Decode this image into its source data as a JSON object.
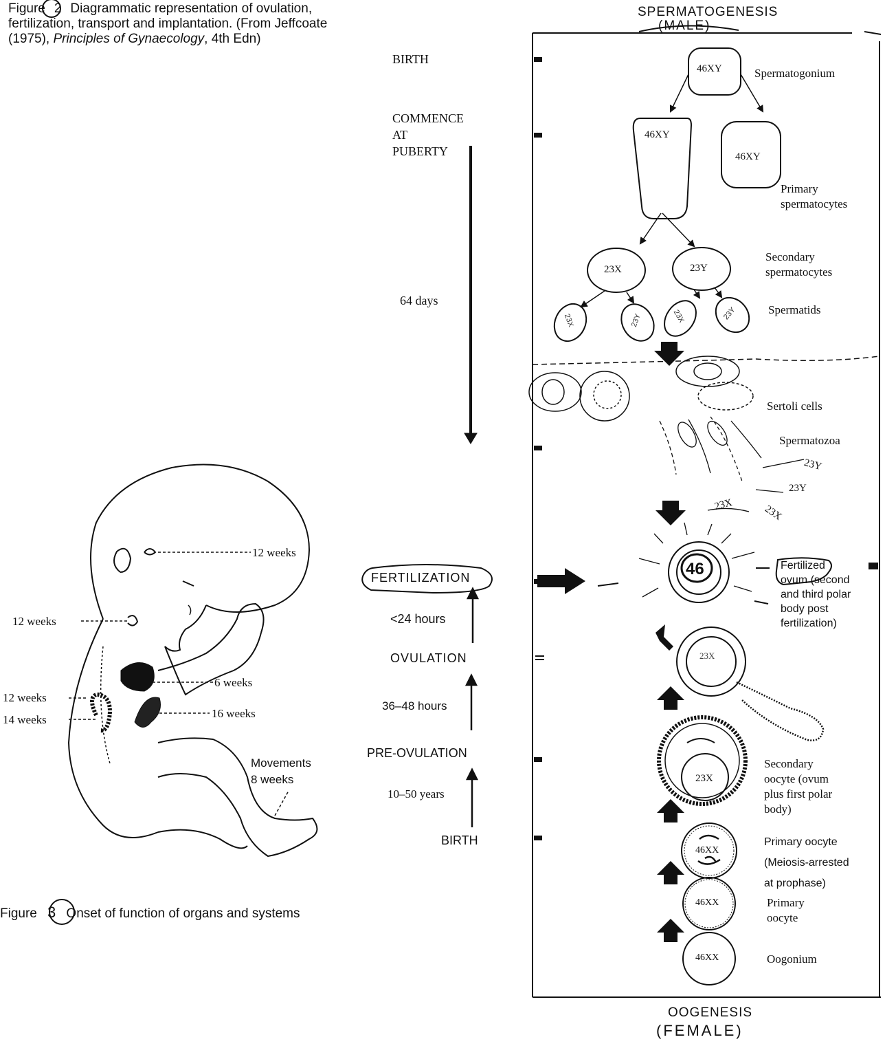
{
  "figure_caption_top": {
    "prefix": "Figure",
    "number": "2",
    "line1": "Diagrammatic representation of ovulation,",
    "line2": "fertilization, transport and implantation. (From Jeffcoate",
    "line3_a": "(1975),",
    "line3_b": "Principles of Gynaecology",
    "line3_c": ", 4th Edn)"
  },
  "top_heading": {
    "line1": "SPERMATOGENESIS",
    "line2": "(MALE)"
  },
  "bottom_heading": {
    "line1": "OOGENESIS",
    "line2": "(FEMALE)"
  },
  "male_timeline": {
    "birth": "BIRTH",
    "commence": [
      "COMMENCE",
      "AT",
      "PUBERTY"
    ],
    "duration": "64 days"
  },
  "female_timeline": {
    "fertilization": "FERTILIZATION",
    "lt24": "<24 hours",
    "ovulation": "OVULATION",
    "h36_48": "36–48 hours",
    "preovulation": "PRE-OVULATION",
    "years": "10–50 years",
    "birth": "BIRTH"
  },
  "cells": {
    "spermatogonium": "46XY",
    "primary_a": "46XY",
    "primary_b": "46XY",
    "secondary_x": "23X",
    "secondary_y": "23Y",
    "fertilized": "46",
    "ovum_23x": "23X",
    "secondary_oocyte": "23X",
    "primary_oocyte_arrested": "46XX",
    "primary_oocyte": "46XX",
    "oogonium": "46XX"
  },
  "chromo_marks": {
    "a": "23X",
    "b": "23Y",
    "c": "23X",
    "d": "23Y"
  },
  "sperm_marks": {
    "a": "23Y",
    "b": "23Y",
    "c": "23X",
    "d": "23X"
  },
  "right_labels": {
    "spermatogonium": "Spermatogonium",
    "primary_spermatocytes": [
      "Primary",
      "spermatocytes"
    ],
    "secondary_spermatocytes": [
      "Secondary",
      "spermatocytes"
    ],
    "spermatids": "Spermatids",
    "sertoli": "Sertoli cells",
    "spermatozoa": "Spermatozoa",
    "fertilized_ovum": [
      "Fertilized",
      "ovum (second",
      "and third polar",
      "body post",
      "fertilization)"
    ],
    "secondary_oocyte": [
      "Secondary",
      "oocyte (ovum",
      "plus first polar",
      "body)"
    ],
    "primary_oocyte_arrested": [
      "Primary oocyte",
      "(Meiosis-arrested",
      "at prophase)"
    ],
    "primary_oocyte": [
      "Primary",
      "oocyte"
    ],
    "oogonium": "Oogonium"
  },
  "fetus_labels": {
    "head": "12 weeks",
    "neck": "12 weeks",
    "heart": "6 weeks",
    "kidney_a": "12 weeks",
    "kidney_b": "14 weeks",
    "intestine": "16 weeks",
    "movements": [
      "Movements",
      "8 weeks"
    ]
  },
  "figure_caption_bottom": {
    "prefix": "Figure",
    "number": "3",
    "text": "Onset of function of organs and systems"
  }
}
